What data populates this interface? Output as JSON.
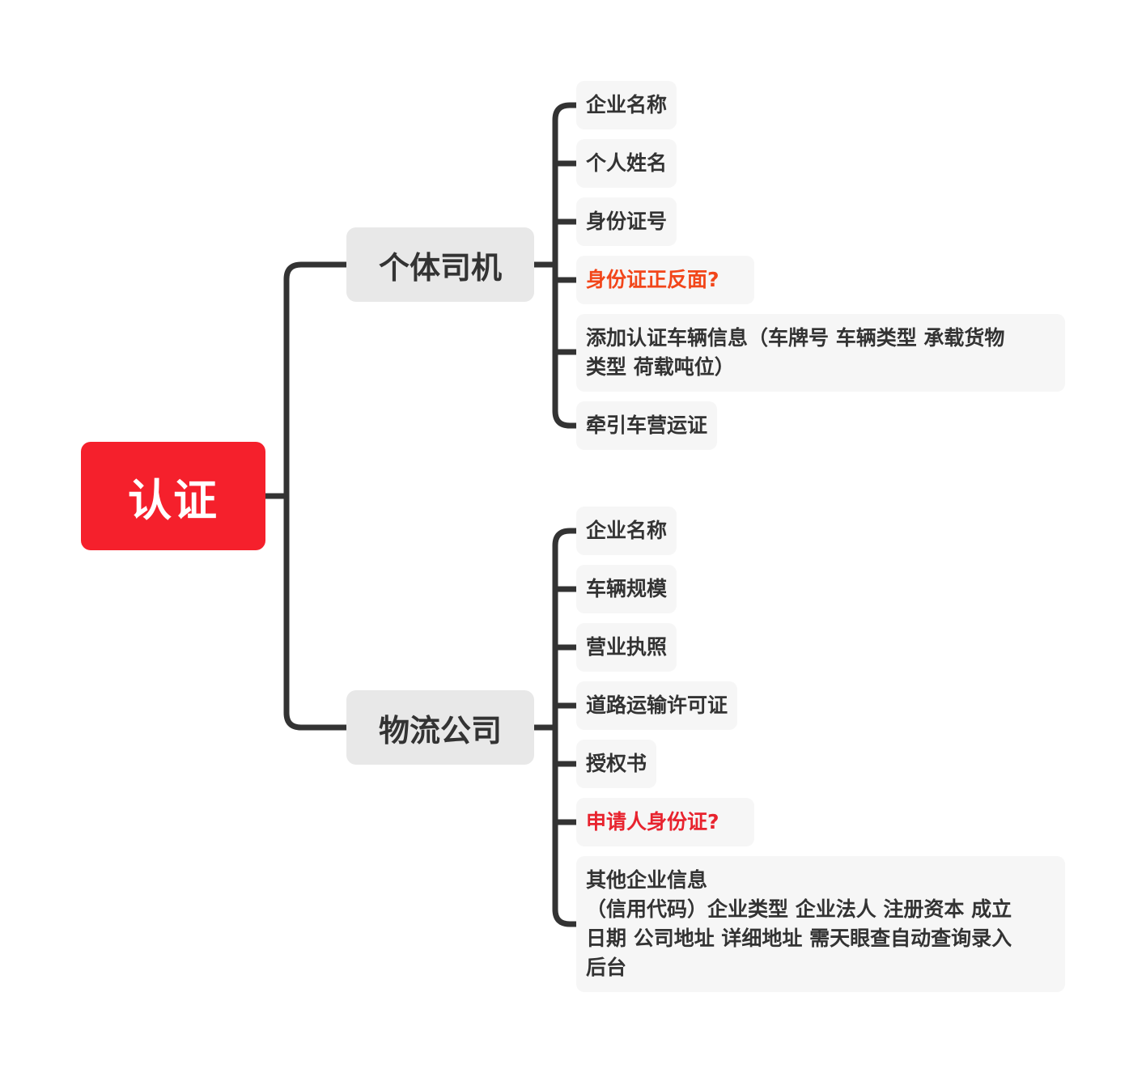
{
  "root": {
    "label": "认证"
  },
  "branches": [
    {
      "label": "个体司机",
      "items": [
        {
          "lines": [
            "企业名称"
          ]
        },
        {
          "lines": [
            "个人姓名"
          ]
        },
        {
          "lines": [
            "身份证号"
          ]
        },
        {
          "lines": [
            "身份证正反面?"
          ],
          "color": "#f2461a"
        },
        {
          "lines": [
            "添加认证车辆信息（车牌号 车辆类型  承载货物",
            "类型  荷载吨位）"
          ]
        },
        {
          "lines": [
            "牵引车营运证"
          ]
        }
      ]
    },
    {
      "label": "物流公司",
      "items": [
        {
          "lines": [
            "企业名称"
          ]
        },
        {
          "lines": [
            "车辆规模"
          ]
        },
        {
          "lines": [
            "营业执照"
          ]
        },
        {
          "lines": [
            "道路运输许可证"
          ]
        },
        {
          "lines": [
            "授权书"
          ]
        },
        {
          "lines": [
            "申请人身份证?"
          ],
          "color": "#e8232e"
        },
        {
          "lines": [
            "其他企业信息",
            "（信用代码）企业类型 企业法人 注册资本 成立",
            "日期 公司地址 详细地址 需天眼查自动查询录入",
            "后台"
          ]
        }
      ]
    }
  ],
  "colors": {
    "root": "#f5202c",
    "branch_bg": "#e8e8e8",
    "leaf_bg": "#f6f6f6",
    "connector": "#333333"
  }
}
